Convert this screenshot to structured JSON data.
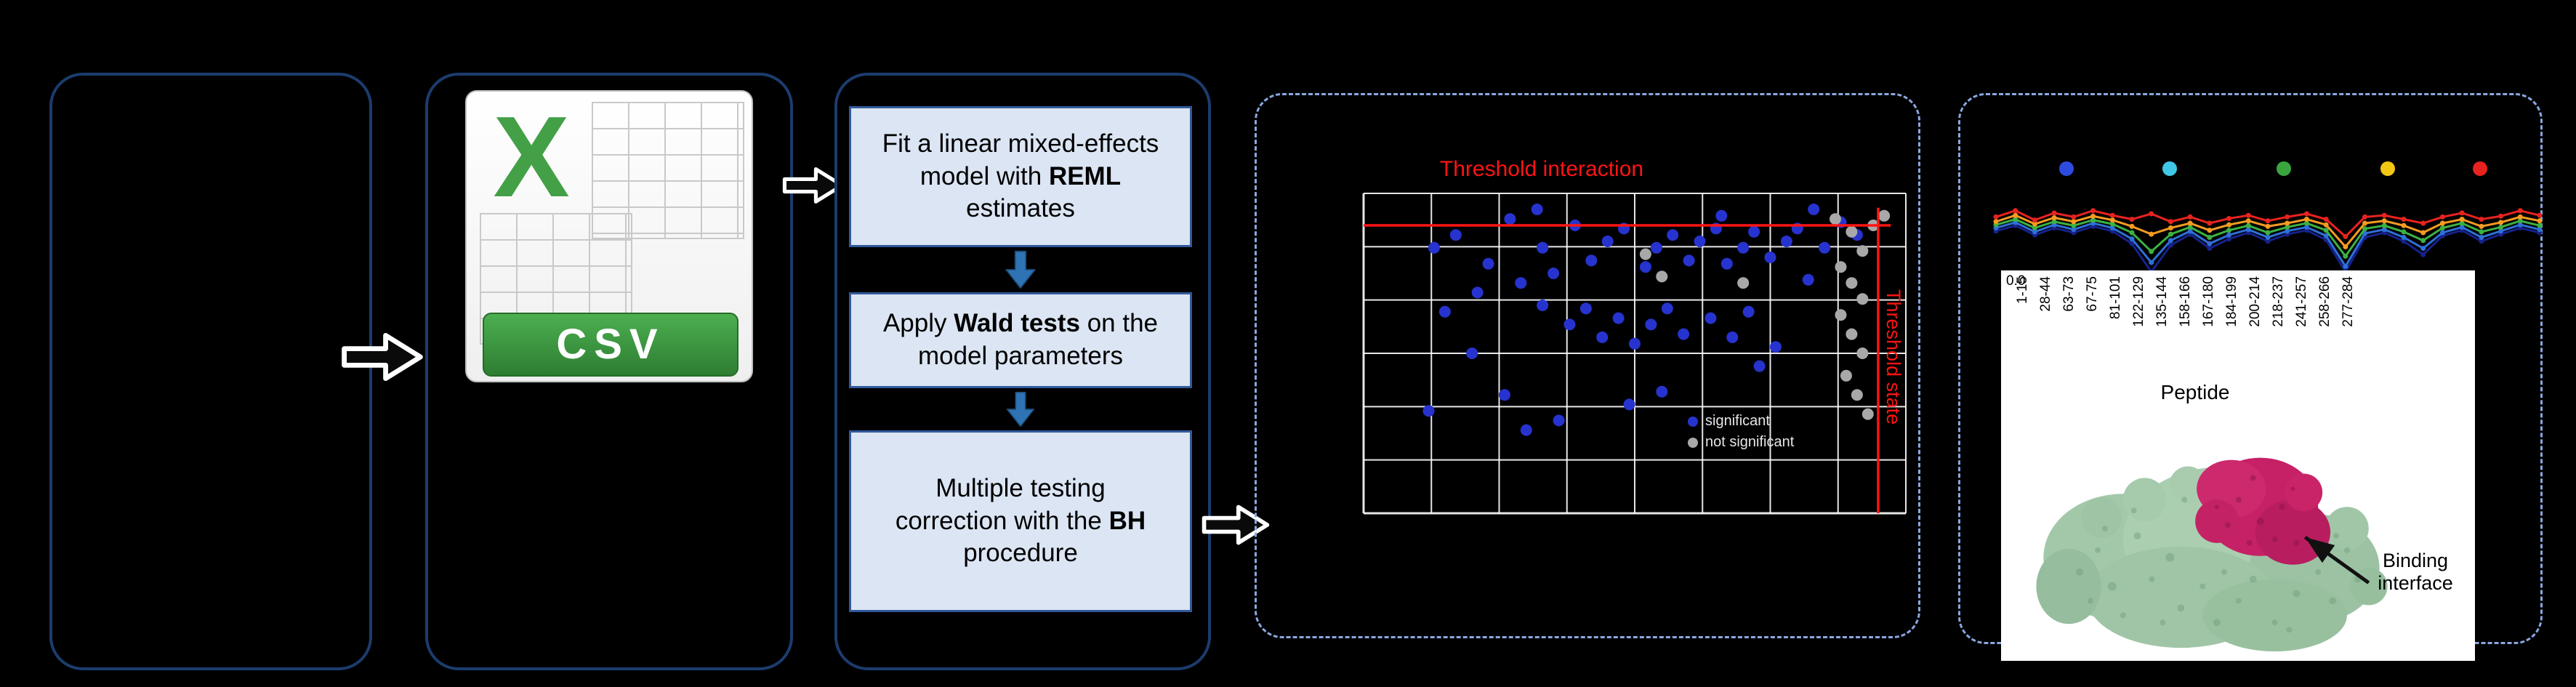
{
  "panels": {
    "model_steps": {
      "box1": {
        "pre": "Fit a linear mixed-effects model with ",
        "bold": "REML",
        "post": " estimates"
      },
      "box2": {
        "pre": "Apply ",
        "bold": "Wald tests",
        "post": " on the model parameters"
      },
      "box3": {
        "pre": "Multiple testing correction with the ",
        "bold": "BH",
        "post": " procedure"
      }
    },
    "csv": {
      "x_letter": "X",
      "file_type": "CSV"
    }
  },
  "volcano": {
    "title": "Threshold interaction",
    "side_label": "Threshold state",
    "grid": {
      "cols": 8,
      "rows": 6
    },
    "threshold_y_frac": 0.1,
    "threshold_x_frac": 0.949,
    "colors": {
      "significant": "#2733cf",
      "state": "#a8a8a8",
      "threshold": "#ff1414"
    },
    "legend": [
      {
        "color": "#2733cf",
        "label": "significant"
      },
      {
        "color": "#a8a8a8",
        "label": "not significant"
      }
    ],
    "points_significant": [
      [
        0.13,
        0.17
      ],
      [
        0.17,
        0.13
      ],
      [
        0.23,
        0.22
      ],
      [
        0.27,
        0.08
      ],
      [
        0.32,
        0.05
      ],
      [
        0.33,
        0.17
      ],
      [
        0.35,
        0.25
      ],
      [
        0.39,
        0.1
      ],
      [
        0.42,
        0.21
      ],
      [
        0.45,
        0.15
      ],
      [
        0.48,
        0.11
      ],
      [
        0.52,
        0.23
      ],
      [
        0.54,
        0.17
      ],
      [
        0.57,
        0.13
      ],
      [
        0.6,
        0.21
      ],
      [
        0.62,
        0.15
      ],
      [
        0.65,
        0.11
      ],
      [
        0.66,
        0.07
      ],
      [
        0.67,
        0.22
      ],
      [
        0.7,
        0.17
      ],
      [
        0.72,
        0.12
      ],
      [
        0.75,
        0.2
      ],
      [
        0.78,
        0.15
      ],
      [
        0.8,
        0.11
      ],
      [
        0.83,
        0.05
      ],
      [
        0.85,
        0.17
      ],
      [
        0.88,
        0.09
      ],
      [
        0.91,
        0.13
      ],
      [
        0.15,
        0.37
      ],
      [
        0.21,
        0.31
      ],
      [
        0.29,
        0.28
      ],
      [
        0.33,
        0.35
      ],
      [
        0.38,
        0.41
      ],
      [
        0.41,
        0.36
      ],
      [
        0.44,
        0.45
      ],
      [
        0.47,
        0.39
      ],
      [
        0.5,
        0.47
      ],
      [
        0.53,
        0.41
      ],
      [
        0.56,
        0.36
      ],
      [
        0.59,
        0.44
      ],
      [
        0.64,
        0.39
      ],
      [
        0.68,
        0.45
      ],
      [
        0.71,
        0.37
      ],
      [
        0.73,
        0.54
      ],
      [
        0.76,
        0.48
      ],
      [
        0.82,
        0.27
      ],
      [
        0.2,
        0.5
      ],
      [
        0.26,
        0.63
      ],
      [
        0.12,
        0.68
      ],
      [
        0.3,
        0.74
      ],
      [
        0.36,
        0.71
      ],
      [
        0.49,
        0.66
      ],
      [
        0.55,
        0.62
      ]
    ],
    "points_state": [
      [
        0.87,
        0.08
      ],
      [
        0.9,
        0.12
      ],
      [
        0.92,
        0.18
      ],
      [
        0.88,
        0.23
      ],
      [
        0.9,
        0.28
      ],
      [
        0.92,
        0.33
      ],
      [
        0.88,
        0.38
      ],
      [
        0.9,
        0.44
      ],
      [
        0.92,
        0.5
      ],
      [
        0.89,
        0.57
      ],
      [
        0.91,
        0.63
      ],
      [
        0.93,
        0.69
      ],
      [
        0.52,
        0.19
      ],
      [
        0.55,
        0.26
      ],
      [
        0.94,
        0.1
      ],
      [
        0.7,
        0.28
      ],
      [
        0.96,
        0.07
      ]
    ]
  },
  "uptake": {
    "legend_dots": {
      "colors": [
        "#2e4bdf",
        "#41c7e6",
        "#3aa53f",
        "#f2c713",
        "#e8231f"
      ],
      "x_frac": [
        0.13,
        0.32,
        0.53,
        0.72,
        0.89
      ]
    },
    "series": [
      {
        "name": "navy",
        "color": "#16228c",
        "values": [
          0.48,
          0.41,
          0.53,
          0.44,
          0.5,
          0.42,
          0.48,
          0.64,
          1.0,
          0.66,
          0.52,
          0.7,
          0.58,
          0.5,
          0.61,
          0.52,
          0.47,
          0.59,
          1.0,
          0.56,
          0.5,
          0.61,
          0.78,
          0.54,
          0.47,
          0.61,
          0.52,
          0.44,
          0.5
        ]
      },
      {
        "name": "blue",
        "color": "#2e6fd8",
        "values": [
          0.44,
          0.37,
          0.49,
          0.4,
          0.46,
          0.38,
          0.44,
          0.58,
          0.88,
          0.6,
          0.48,
          0.64,
          0.53,
          0.46,
          0.56,
          0.48,
          0.43,
          0.54,
          0.93,
          0.51,
          0.46,
          0.56,
          0.7,
          0.5,
          0.43,
          0.56,
          0.48,
          0.4,
          0.46
        ]
      },
      {
        "name": "green",
        "color": "#3cb043",
        "values": [
          0.4,
          0.33,
          0.44,
          0.36,
          0.41,
          0.34,
          0.39,
          0.5,
          0.74,
          0.52,
          0.43,
          0.56,
          0.47,
          0.41,
          0.5,
          0.43,
          0.38,
          0.47,
          0.8,
          0.45,
          0.41,
          0.49,
          0.6,
          0.44,
          0.38,
          0.49,
          0.43,
          0.35,
          0.41
        ]
      },
      {
        "name": "orange",
        "color": "#f59b20",
        "values": [
          0.36,
          0.28,
          0.39,
          0.31,
          0.36,
          0.29,
          0.34,
          0.42,
          0.52,
          0.44,
          0.38,
          0.47,
          0.4,
          0.35,
          0.42,
          0.38,
          0.33,
          0.4,
          0.68,
          0.38,
          0.35,
          0.41,
          0.5,
          0.38,
          0.33,
          0.42,
          0.37,
          0.3,
          0.35
        ]
      },
      {
        "name": "red",
        "color": "#e8231f",
        "values": [
          0.3,
          0.22,
          0.34,
          0.25,
          0.3,
          0.22,
          0.28,
          0.33,
          0.26,
          0.36,
          0.3,
          0.38,
          0.32,
          0.28,
          0.35,
          0.3,
          0.26,
          0.33,
          0.55,
          0.3,
          0.28,
          0.33,
          0.38,
          0.3,
          0.25,
          0.33,
          0.29,
          0.22,
          0.28
        ]
      }
    ],
    "y_tick": "0.0",
    "x_label": "Peptide",
    "x_tick_labels": [
      "1-15",
      "28-44",
      "63-73",
      "67-75",
      "81-101",
      "122-129",
      "135-144",
      "158-166",
      "167-180",
      "184-199",
      "200-214",
      "218-237",
      "241-257",
      "258-266",
      "277-284"
    ]
  },
  "structure": {
    "annotation": "Binding interface"
  }
}
